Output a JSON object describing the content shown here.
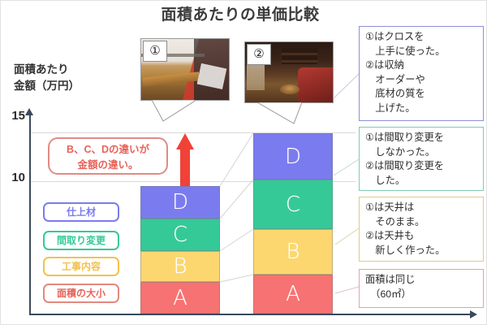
{
  "title": "面積あたりの単価比較",
  "axis": {
    "y_label": "面積あたり\n金額（万円）",
    "y_ticks": [
      "15",
      "10"
    ]
  },
  "callout": {
    "text": "B、C、Dの違いが\n金額の違い。",
    "color": "#e8635a"
  },
  "arrow": {
    "name": "red-up-arrow",
    "color": "#f04237"
  },
  "photos": [
    {
      "badge": "①"
    },
    {
      "badge": "②"
    }
  ],
  "legend": [
    {
      "label": "仕上材",
      "border": "#7b7bf0",
      "text": "#7b7bf0"
    },
    {
      "label": "間取り変更",
      "border": "#35c998",
      "text": "#35c998"
    },
    {
      "label": "工事内容",
      "border": "#f2c14e",
      "text": "#f2c14e"
    },
    {
      "label": "面積の大小",
      "border": "#e2897f",
      "text": "#e8635a"
    }
  ],
  "notes": [
    {
      "text": "①はクロスを\n　上手に使った。\n②は収納\n　オーダーや\n　底材の質を\n　上げた。",
      "border": "#8e8fd6"
    },
    {
      "text": "①は間取り変更を\n　しなかった。\n②は間取り変更を\n　した。",
      "border": "#7fcab5"
    },
    {
      "text": "①は天井は\n　そのまま。\n②は天井も\n　新しく作った。",
      "border": "#e0c98a"
    },
    {
      "text": "面積は同じ\n　（60㎡）",
      "border": "#e2a3a8"
    }
  ],
  "chart_data": {
    "type": "bar",
    "title": "面積あたりの単価比較",
    "xlabel": "",
    "ylabel": "面積あたり金額（万円）",
    "ylim": [
      0,
      15
    ],
    "yticks": [
      10,
      15
    ],
    "grid": true,
    "legend_position": "left",
    "categories": [
      "①",
      "②"
    ],
    "stacked": true,
    "series": [
      {
        "name": "A",
        "label": "面積の大小",
        "color": "#f77272",
        "values": [
          3.2,
          3.2
        ]
      },
      {
        "name": "B",
        "label": "工事内容",
        "color": "#fcd770",
        "values": [
          2.4,
          3.0
        ]
      },
      {
        "name": "C",
        "label": "間取り変更",
        "color": "#35c998",
        "values": [
          2.4,
          3.8
        ]
      },
      {
        "name": "D",
        "label": "仕上材",
        "color": "#7b7bf0",
        "values": [
          2.0,
          3.5
        ]
      }
    ],
    "totals": [
      10.0,
      13.5
    ],
    "annotations": [
      "B、C、Dの違いが金額の違い。",
      "①はクロスを上手に使った。②は収納オーダーや底材の質を上げた。",
      "①は間取り変更をしなかった。②は間取り変更をした。",
      "①は天井はそのまま。②は天井も新しく作った。",
      "面積は同じ（60㎡）"
    ]
  },
  "bars": {
    "bar1": [
      {
        "name": "D",
        "color": "#7b7bf0",
        "top": 0,
        "height": 40
      },
      {
        "name": "C",
        "color": "#35c998",
        "top": 40,
        "height": 40
      },
      {
        "name": "B",
        "color": "#fcd770",
        "top": 80,
        "height": 38
      },
      {
        "name": "A",
        "color": "#f77272",
        "top": 118,
        "height": 39
      }
    ],
    "bar2": [
      {
        "name": "D",
        "color": "#7b7bf0",
        "top": 0,
        "height": 57
      },
      {
        "name": "C",
        "color": "#35c998",
        "top": 57,
        "height": 61
      },
      {
        "name": "B",
        "color": "#fcd770",
        "top": 118,
        "height": 56
      },
      {
        "name": "A",
        "color": "#f77272",
        "top": 174,
        "height": 48
      }
    ]
  }
}
